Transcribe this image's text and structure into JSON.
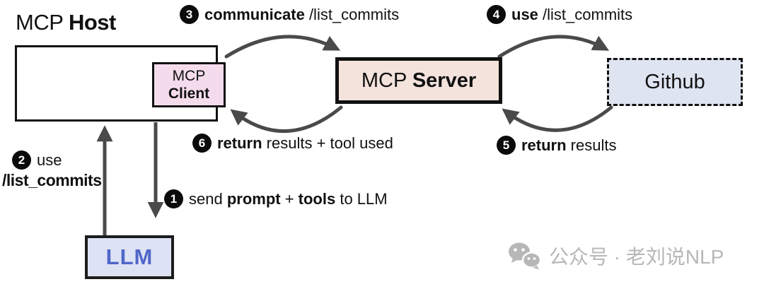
{
  "diagram": {
    "host": {
      "title_normal": "MCP ",
      "title_bold": "Host"
    },
    "client": {
      "line1": "MCP",
      "line2": "Client"
    },
    "server": {
      "label_normal": "MCP ",
      "label_bold": "Server"
    },
    "github": {
      "label": "Github"
    },
    "llm": {
      "label": "LLM"
    },
    "steps": {
      "s1": {
        "num": "1",
        "pre": "send ",
        "bold1": "prompt",
        "mid": " + ",
        "bold2": "tools",
        "post": " to LLM"
      },
      "s2": {
        "num": "2",
        "pre": "use",
        "line2_bold": "/list_commits"
      },
      "s3": {
        "num": "3",
        "bold": "communicate",
        "rest": " /list_commits"
      },
      "s4": {
        "num": "4",
        "bold": "use",
        "rest": " /list_commits"
      },
      "s5": {
        "num": "5",
        "bold": "return",
        "rest": " results"
      },
      "s6": {
        "num": "6",
        "bold": "return",
        "rest": " results + tool used"
      }
    },
    "watermark": {
      "text": "公众号 · 老刘说NLP"
    },
    "colors": {
      "client_bg": "#f5dcec",
      "server_bg": "#f3e3dc",
      "github_bg": "#dfe4f1",
      "llm_bg": "#dde2f4",
      "llm_text": "#5066c9",
      "arrow": "#4a4a4a",
      "border": "#111111",
      "watermark": "#b7b7b7"
    }
  }
}
